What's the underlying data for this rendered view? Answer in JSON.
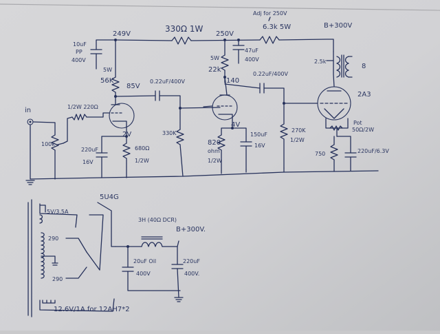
{
  "labels": {
    "v_249": "249V",
    "r_330_1w": "330Ω 1W",
    "v_250": "250V",
    "note_adj": "Adj for 250V",
    "r_6k3": "6.3k 5W",
    "bplus_top": "B+300V",
    "c_10uf": "10uF",
    "c_10uf_b": "PP",
    "c_10uf_c": "400V",
    "r_5w": "5W",
    "r_5w_b": "5W",
    "c_47uf": "47uF",
    "c_47uf_b": "400V",
    "r_22k": "22k",
    "r_2k5": "2.5k",
    "xfmr_ratio": "8",
    "r_56k": "56K",
    "v_85": "85V",
    "c_022_a": "0.22uF/400V",
    "v_140": "140",
    "c_022_b": "0.22uF/400V",
    "tube_2a3": "2A3",
    "input": "in",
    "r_grid": "1/2W 220Ω",
    "pot_100k": "100k",
    "v_2": "2V",
    "v_4": "4V",
    "pot_label": "Pot",
    "pot_value": "50Ω/2W",
    "c_220uf": "220uF",
    "c_220uf_v": "16V",
    "r_680": "680Ω",
    "r_680_w": "1/2W",
    "r_330k": "330K",
    "r_820": "820",
    "r_820_b": "ohm",
    "r_820_w": "1/2W",
    "c_150uf": "150uF",
    "c_150uf_v": "16V",
    "r_270k": "270K",
    "r_270k_w": "1/2W",
    "r_750": "750",
    "c_220uf_6v": "220uF/6.3V",
    "rect_tube": "5U4G",
    "sec_5v": "5V/3.5A",
    "sec_290a": "290",
    "sec_290b": "290",
    "choke": "3H (40Ω DCR)",
    "bplus_psu": "B+300V.",
    "c_20uf": "20uF Oil",
    "c_20uf_v": "400V",
    "c_220uf_psu": "220uF",
    "c_220uf_psu_v": "400V.",
    "heater": "12.6V/1A for 12AH7*2"
  }
}
